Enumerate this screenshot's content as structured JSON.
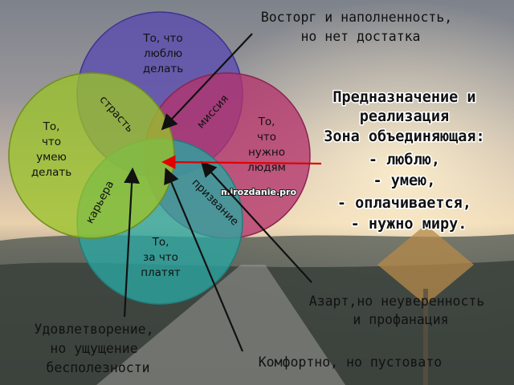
{
  "circles": {
    "love": "То, что|люблю|делать",
    "good_at": "То,|что|умею|делать",
    "world_needs": "То,|что|нужно|людям",
    "paid_for": "То,|за что|платят"
  },
  "overlaps": {
    "passion": "страсть",
    "mission": "миссия",
    "profession": "карьера",
    "vocation": "призвание"
  },
  "watermark": "mirozdanie.pro",
  "callouts": {
    "top": [
      "Восторг и наполненность,",
      "но нет достатка"
    ],
    "right": [
      "Азарт,но неуверенность",
      "и профанация"
    ],
    "bottom_left": [
      "Удовлетворение,",
      "но ущущение",
      "бесполезности"
    ],
    "bottom": "Комфортно, но пустовато"
  },
  "purpose": {
    "lines": [
      "Предназначение и",
      "реализация",
      "Зона объединяющая:",
      "- люблю,",
      "- умею,",
      "- оплачивается,",
      "- нужно миру."
    ]
  },
  "colors": {
    "love": "#5a4ab0",
    "good_at": "#9ac32a",
    "world_needs": "#b3336b",
    "paid_for": "#2aa6a2",
    "arrow_red": "#e00000",
    "arrow_black": "#111111"
  }
}
